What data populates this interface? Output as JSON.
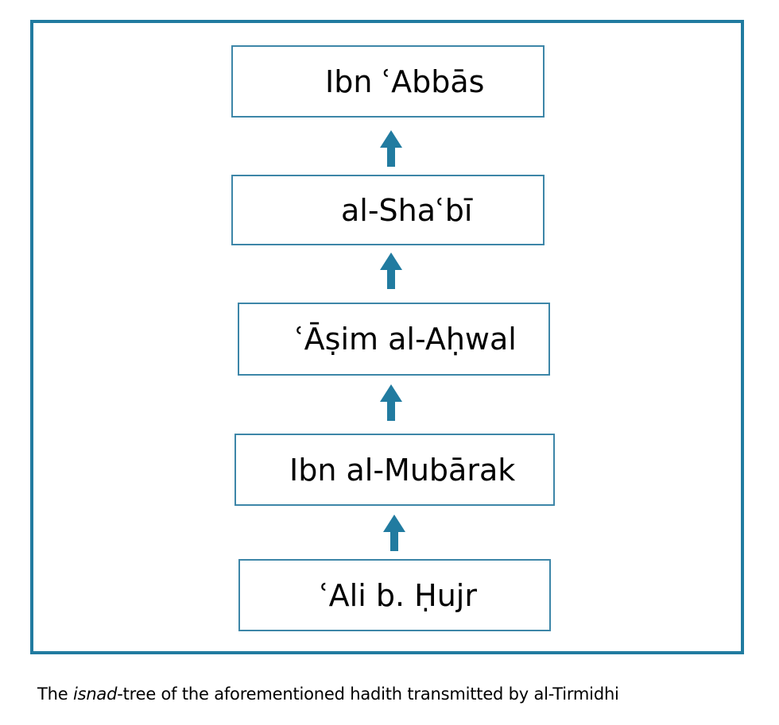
{
  "diagram": {
    "type": "isnad-chain",
    "direction": "bottom-to-top",
    "border_color": "#217ba0",
    "node_border_color": "#3d86a8",
    "arrow_color": "#217ba0",
    "nodes": [
      {
        "label": "Ibn ʿAbbās"
      },
      {
        "label": "al-Shaʿbī"
      },
      {
        "label": "ʿĀṣim al-Aḥwal"
      },
      {
        "label": "Ibn al-Mubārak"
      },
      {
        "label": "ʿAli b. Ḥujr"
      }
    ],
    "edges": [
      {
        "from": "ʿAli b. Ḥujr",
        "to": "Ibn al-Mubārak"
      },
      {
        "from": "Ibn al-Mubārak",
        "to": "ʿĀṣim al-Aḥwal"
      },
      {
        "from": "ʿĀṣim al-Aḥwal",
        "to": "al-Shaʿbī"
      },
      {
        "from": "al-Shaʿbī",
        "to": "Ibn ʿAbbās"
      }
    ]
  },
  "caption": {
    "prefix": "The ",
    "italic": "isnad",
    "suffix": "-tree of the aforementioned hadith transmitted by al-Tirmidhi"
  }
}
